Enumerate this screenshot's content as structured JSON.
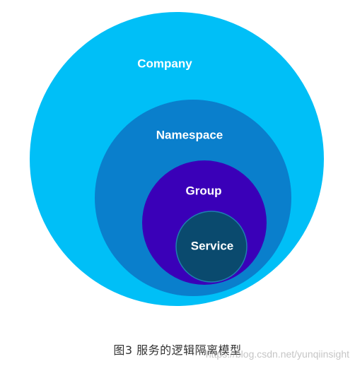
{
  "diagram": {
    "layers": [
      {
        "id": "company",
        "label": "Company",
        "color": "#00BFF7"
      },
      {
        "id": "namespace",
        "label": "Namespace",
        "color": "#0A7FCC"
      },
      {
        "id": "group",
        "label": "Group",
        "color": "#3A00B8"
      },
      {
        "id": "service",
        "label": "Service",
        "color": "#0A4A6E",
        "stroke": "#1E7FB0"
      }
    ]
  },
  "caption": "图3 服务的逻辑隔离模型",
  "watermark": "https://blog.csdn.net/yunqiinsight"
}
